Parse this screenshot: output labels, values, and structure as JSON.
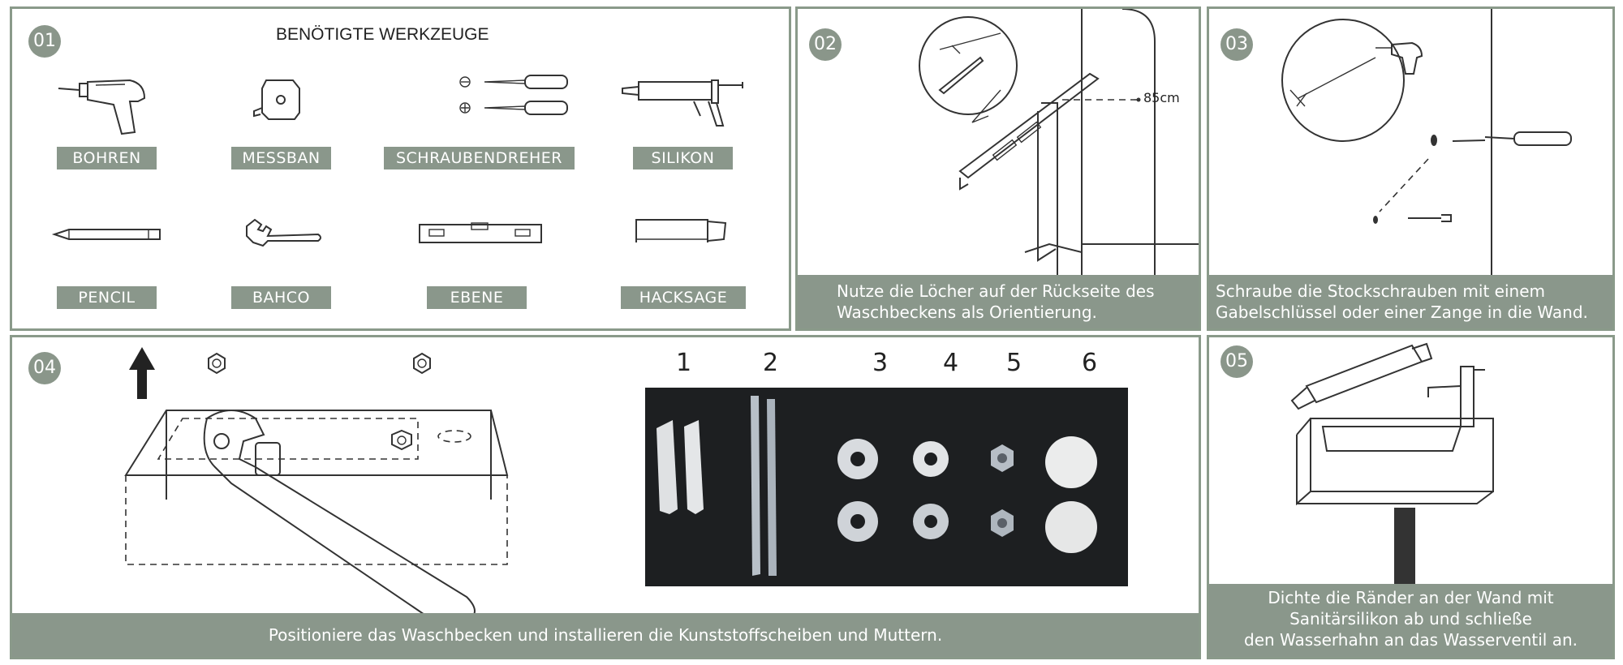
{
  "panel01": {
    "step": "01",
    "title": "BENÖTIGTE WERKZEUGE",
    "tools": [
      {
        "label": "BOHREN",
        "icon": "drill-icon"
      },
      {
        "label": "MESSBAN",
        "icon": "tape-measure-icon"
      },
      {
        "label": "SCHRAUBENDREHER",
        "icon": "screwdriver-icon"
      },
      {
        "label": "SILIKON",
        "icon": "caulk-gun-icon"
      },
      {
        "label": "PENCIL",
        "icon": "pencil-icon"
      },
      {
        "label": "BAHCO",
        "icon": "wrench-icon"
      },
      {
        "label": "EBENE",
        "icon": "spirit-level-icon"
      },
      {
        "label": "HACKSAGE",
        "icon": "hacksaw-icon"
      }
    ]
  },
  "panel02": {
    "step": "02",
    "measure": "85cm",
    "caption_line1": "Nutze die Löcher auf der Rückseite des",
    "caption_line2": "Waschbeckens als Orientierung."
  },
  "panel03": {
    "step": "03",
    "caption_line1": "Schraube die Stockschrauben mit einem",
    "caption_line2": "Gabelschlüssel oder einer Zange in die Wand."
  },
  "panel04": {
    "step": "04",
    "parts": [
      "1",
      "2",
      "3",
      "4",
      "5",
      "6"
    ],
    "caption": "Positioniere das Waschbecken und installieren die Kunststoffscheiben und Muttern."
  },
  "panel05": {
    "step": "05",
    "caption_line1": "Dichte die Ränder an der Wand mit",
    "caption_line2": "Sanitärsilikon ab und schließe",
    "caption_line3": "den Wasserhahn an das Wasserventil an."
  },
  "colors": {
    "accent": "#8a978b",
    "border": "#8a9a8a",
    "photo_bg": "#1d1f21"
  }
}
